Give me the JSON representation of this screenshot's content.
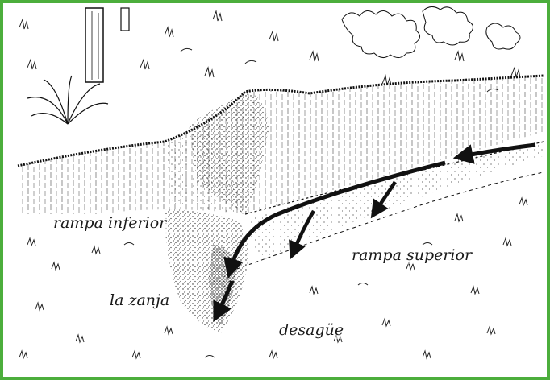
{
  "labels": {
    "rampa_inferior": "rampa inferior",
    "rampa_superior": "rampa superior",
    "la_zanja": "la zanja",
    "desague": "desagüe"
  },
  "colors": {
    "frame": "#4cae3c",
    "ink": "#1a1a1a"
  },
  "icons": {
    "arrow": "flow-arrow-icon"
  }
}
